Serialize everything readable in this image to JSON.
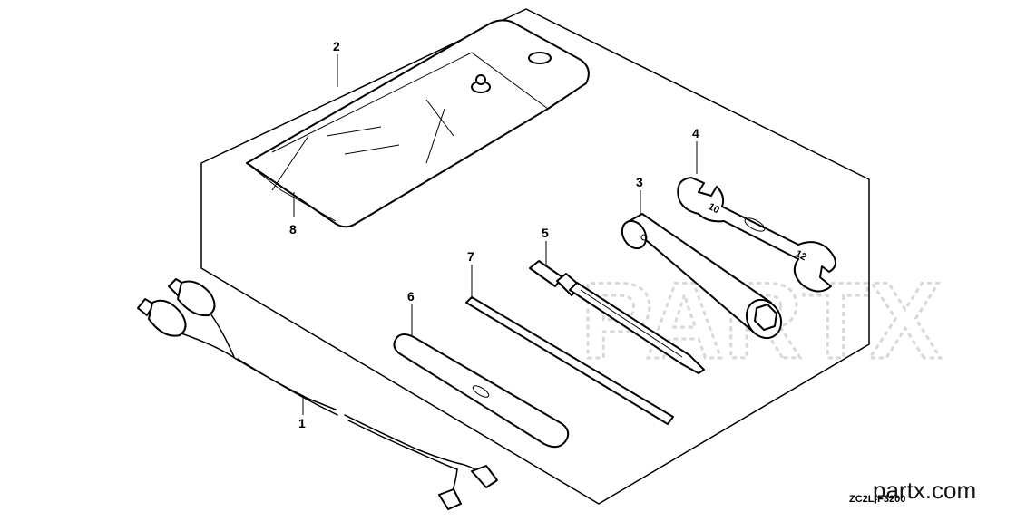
{
  "callouts": {
    "c1": "1",
    "c2": "2",
    "c3": "3",
    "c4": "4",
    "c5": "5",
    "c6": "6",
    "c7": "7",
    "c8": "8"
  },
  "drawing_code": "ZC2L-F3200",
  "watermark": "PARTX",
  "site_brand": "partx.com"
}
